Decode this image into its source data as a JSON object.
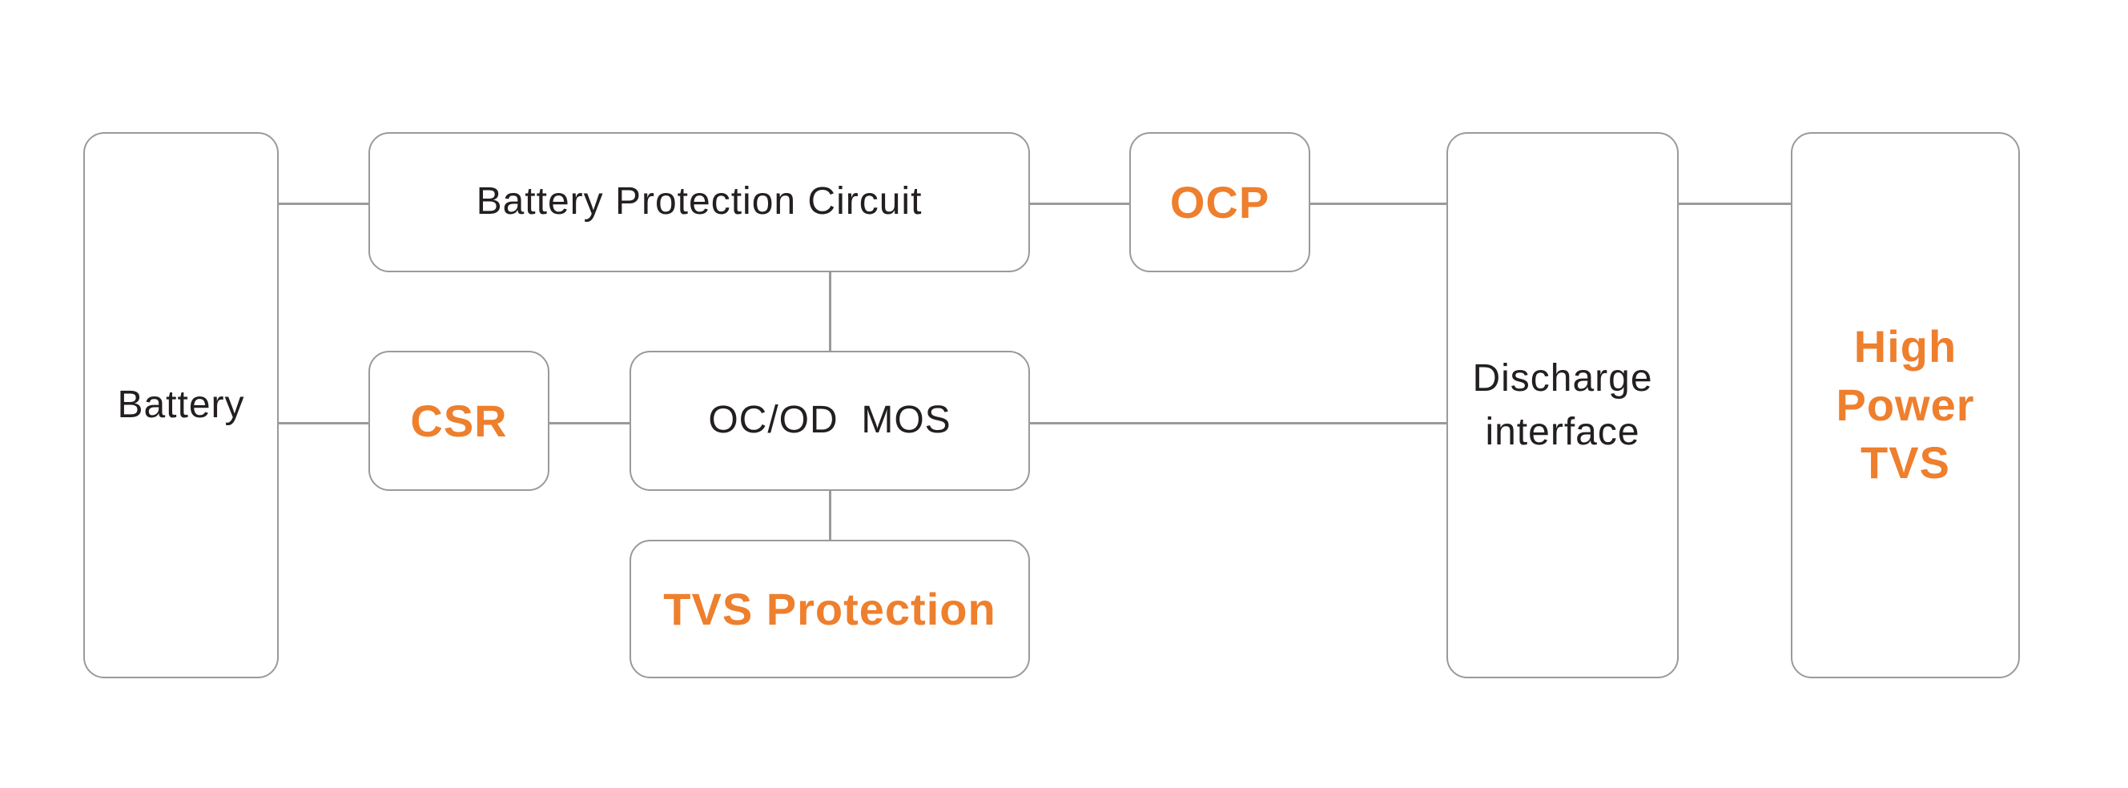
{
  "diagram": {
    "colors": {
      "box_border": "#9a9a9a",
      "text": "#231f20",
      "accent": "#ee7f2d",
      "background": "#ffffff"
    },
    "nodes": {
      "battery": "Battery",
      "protection_circuit": "Battery Protection Circuit",
      "ocp": "OCP",
      "csr": "CSR",
      "oc_od_mos": "OC/OD  MOS",
      "tvs_protection": "TVS Protection",
      "discharge_interface": "Discharge\ninterface",
      "high_power_tvs": "High\nPower\nTVS"
    }
  }
}
